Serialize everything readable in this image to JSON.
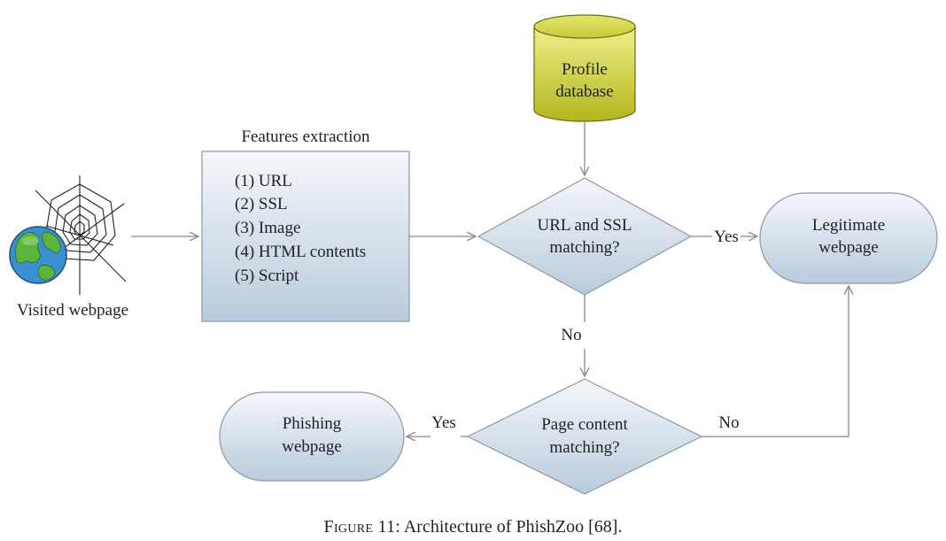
{
  "visited": {
    "label": "Visited webpage"
  },
  "features": {
    "title": "Features extraction",
    "items": [
      "(1) URL",
      "(2) SSL",
      "(3) Image",
      "(4) HTML contents",
      "(5) Script"
    ]
  },
  "database": {
    "line1": "Profile",
    "line2": "database"
  },
  "url_ssl": {
    "line1": "URL and SSL",
    "line2": "matching?"
  },
  "legitimate": {
    "line1": "Legitimate",
    "line2": "webpage"
  },
  "page_content": {
    "line1": "Page content",
    "line2": "matching?"
  },
  "phishing": {
    "line1": "Phishing",
    "line2": "webpage"
  },
  "edges": {
    "yes_top": "Yes",
    "no_down": "No",
    "yes_left": "Yes",
    "no_right": "No"
  },
  "caption": {
    "figure": "Figure 11",
    "text": ": Architecture of PhishZoo [68]."
  },
  "colors": {
    "box_top": "#f4f7fb",
    "box_bottom": "#b9cbdb",
    "db_top": "#eef08a",
    "db_bottom": "#b3b61c",
    "stroke": "#8a98a8",
    "arrow": "#888888"
  }
}
